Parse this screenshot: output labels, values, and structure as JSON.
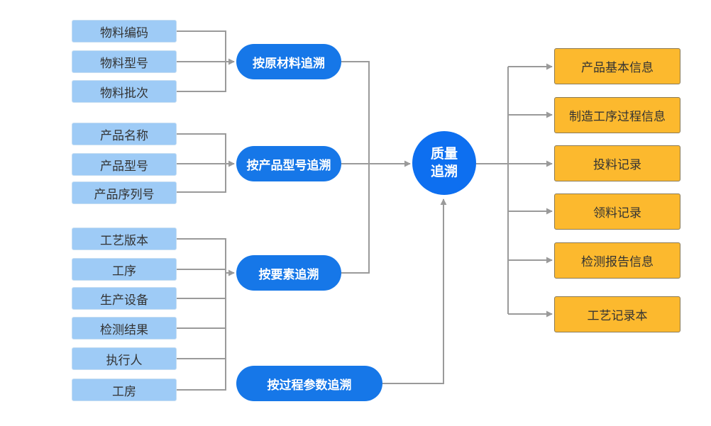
{
  "center": {
    "line1": "质量",
    "line2": "追溯"
  },
  "groups": [
    {
      "method": "按原材料追溯",
      "items": [
        "物料编码",
        "物料型号",
        "物料批次"
      ]
    },
    {
      "method": "按产品型号追溯",
      "items": [
        "产品名称",
        "产品型号",
        "产品序列号"
      ]
    },
    {
      "method": "按要素追溯",
      "items": [
        "工艺版本",
        "工序",
        "生产设备",
        "检测结果",
        "执行人",
        "工房"
      ]
    },
    {
      "method": "按过程参数追溯",
      "items": []
    }
  ],
  "outputs": [
    "产品基本信息",
    "制造工序过程信息",
    "投料记录",
    "领料记录",
    "检测报告信息",
    "工艺记录本"
  ],
  "colors": {
    "source_box": "#9ecbf6",
    "method_pill": "#1677e8",
    "center_circle": "#0d6ff0",
    "output_box": "#fcb92e",
    "connector": "#9a9a9a"
  }
}
